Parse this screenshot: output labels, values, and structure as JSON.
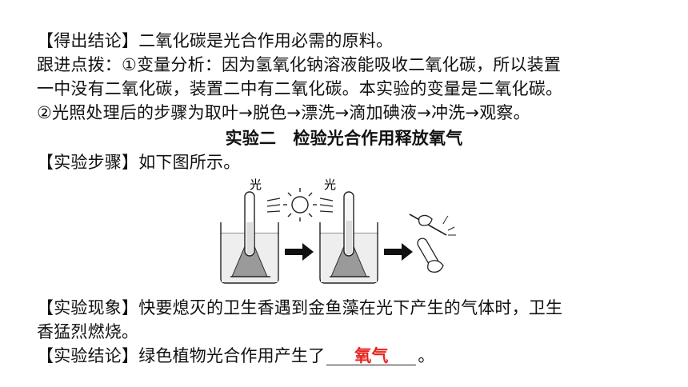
{
  "lines": {
    "l1": "【得出结论】二氧化碳是光合作用必需的原料。",
    "l2": "跟进点拨：①变量分析：因为氢氧化钠溶液能吸收二氧化碳，所以装置",
    "l3": "一中没有二氧化碳，装置二中有二氧化碳。本实验的变量是二氧化碳。",
    "l4": "②光照处理后的步骤为取叶→脱色→漂洗→滴加碘液→冲洗→观察。",
    "heading": "实验二　检验光合作用释放氧气",
    "steps": "【实验步骤】如下图所示。",
    "phenomenon1": "【实验现象】快要熄灭的卫生香遇到金鱼藻在光下产生的气体时，卫生",
    "phenomenon2": "香猛烈燃烧。",
    "conclusion_prefix": "【实验结论】绿色植物光合作用产生了",
    "conclusion_answer": "氧气",
    "conclusion_suffix": "。"
  },
  "figure": {
    "light_label_left": "光",
    "light_label_right": "光",
    "icons": [
      "sun-icon",
      "arrow-right-icon",
      "beaker-with-test-tube",
      "hand-holding-incense-and-tube"
    ]
  },
  "colors": {
    "answer": "#e8231d",
    "text": "#111111"
  }
}
